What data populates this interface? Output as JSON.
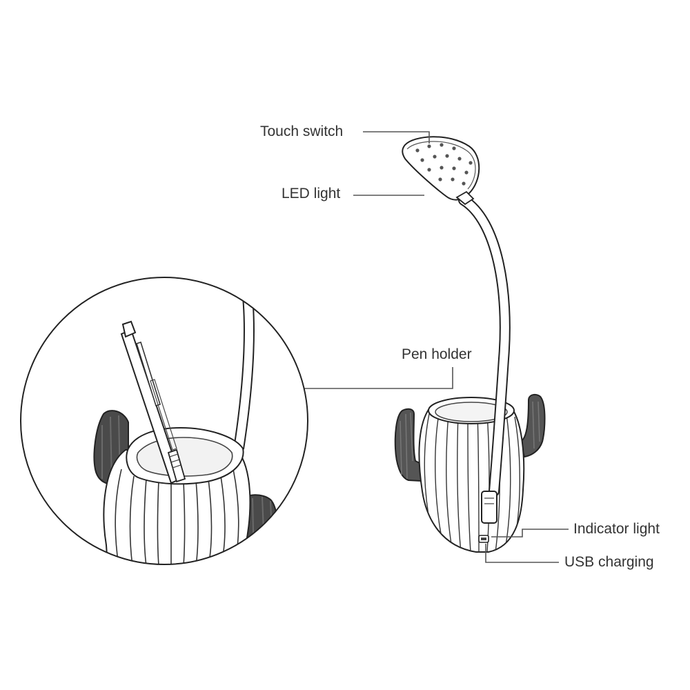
{
  "labels": {
    "touch_switch": "Touch switch",
    "led_light": "LED light",
    "pen_holder": "Pen holder",
    "indicator_light": "Indicator light",
    "usb_charging": "USB charging"
  },
  "colors": {
    "outline": "#222222",
    "body_fill": "#4a4a4a",
    "arm_fill": "#555555",
    "leader_line": "#555555",
    "text": "#333333",
    "background": "#ffffff"
  }
}
